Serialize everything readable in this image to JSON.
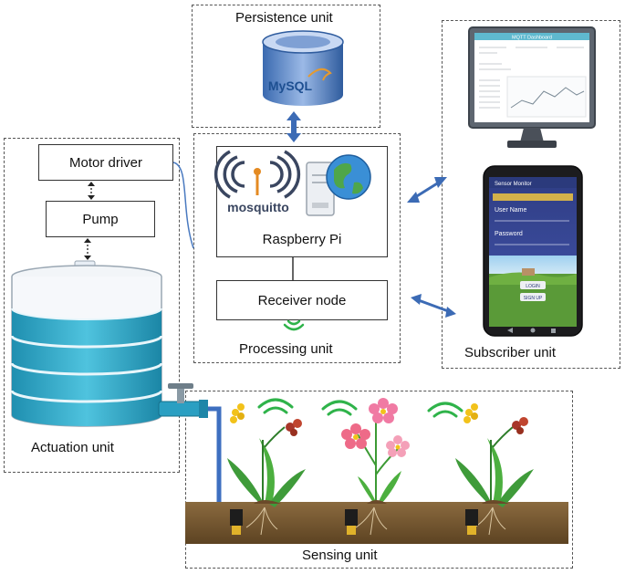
{
  "units": {
    "persistence": "Persistence unit",
    "processing": "Processing unit",
    "subscriber": "Subscriber unit",
    "actuation": "Actuation unit",
    "sensing": "Sensing unit"
  },
  "nodes": {
    "motor_driver": "Motor driver",
    "pump": "Pump",
    "raspberry_pi": "Raspberry Pi",
    "receiver_node": "Receiver node"
  },
  "logos": {
    "mysql": "MySQL",
    "mosquitto": "mosquitto"
  },
  "dashboard": {
    "title": "MQTT Dashboard"
  },
  "phone": {
    "app_title": "Sensor Monitor",
    "user_name_label": "User Name",
    "password_label": "Password",
    "login_button": "LOGIN",
    "signup_button": "SIGN UP"
  }
}
